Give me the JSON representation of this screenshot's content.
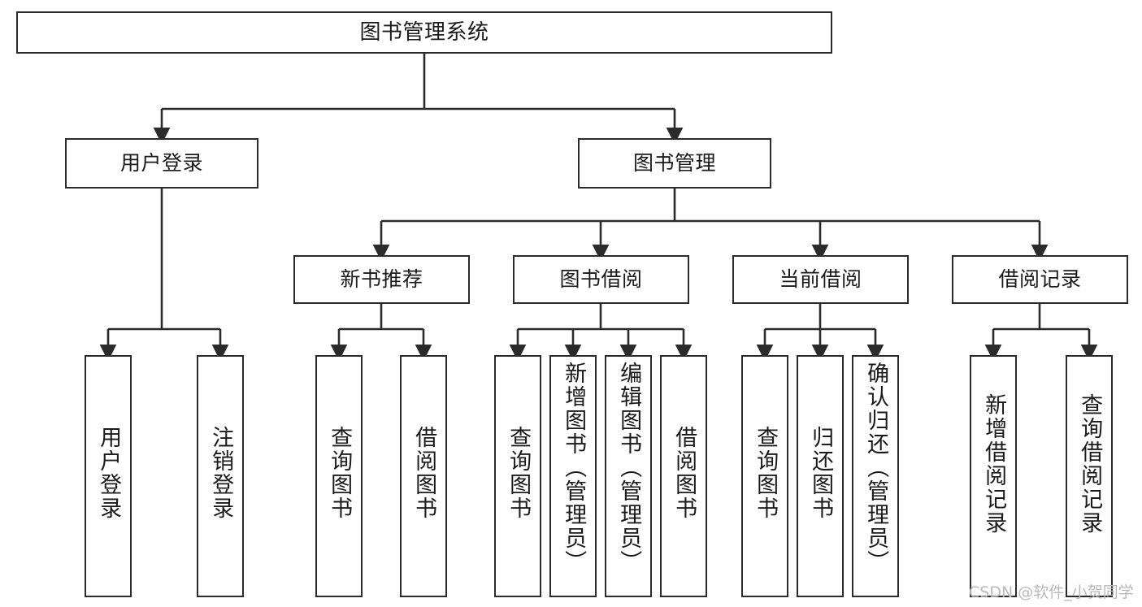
{
  "diagram": {
    "title": "图书管理系统",
    "type": "hierarchy-tree",
    "levels": 4,
    "colors": {
      "box_border": "#2b2b2b",
      "box_fill": "#ffffff",
      "edge": "#2b2b2b",
      "text": "#1a1a1a",
      "watermark": "#b9b9b9",
      "background": "#ffffff"
    }
  },
  "nodes": {
    "root": {
      "label": "图书管理系统"
    },
    "level2": [
      {
        "id": "user-login",
        "label": "用户登录"
      },
      {
        "id": "book-manage",
        "label": "图书管理"
      }
    ],
    "level3": [
      {
        "id": "new-book-recommend",
        "label": "新书推荐"
      },
      {
        "id": "book-borrow",
        "label": "图书借阅"
      },
      {
        "id": "current-borrow",
        "label": "当前借阅"
      },
      {
        "id": "borrow-record",
        "label": "借阅记录"
      }
    ],
    "leaves": {
      "user-login": [
        {
          "id": "leaf-user-login",
          "label": "用户登录"
        },
        {
          "id": "leaf-logout-login",
          "label": "注销登录"
        }
      ],
      "new-book-recommend": [
        {
          "id": "leaf-query-book-1",
          "label": "查询图书"
        },
        {
          "id": "leaf-borrow-book-1",
          "label": "借阅图书"
        }
      ],
      "book-borrow": [
        {
          "id": "leaf-query-book-2",
          "label": "查询图书"
        },
        {
          "id": "leaf-add-book",
          "label": "新增图书（管理员）"
        },
        {
          "id": "leaf-edit-book",
          "label": "编辑图书（管理员）"
        },
        {
          "id": "leaf-borrow-book-2",
          "label": "借阅图书"
        }
      ],
      "current-borrow": [
        {
          "id": "leaf-query-book-3",
          "label": "查询图书"
        },
        {
          "id": "leaf-return-book",
          "label": "归还图书"
        },
        {
          "id": "leaf-confirm-return",
          "label": "确认归还（管理员）"
        }
      ],
      "borrow-record": [
        {
          "id": "leaf-add-record",
          "label": "新增借阅记录"
        },
        {
          "id": "leaf-query-record",
          "label": "查询借阅记录"
        }
      ]
    }
  },
  "watermark": {
    "text": "CSDN @软件_小贺同学"
  }
}
